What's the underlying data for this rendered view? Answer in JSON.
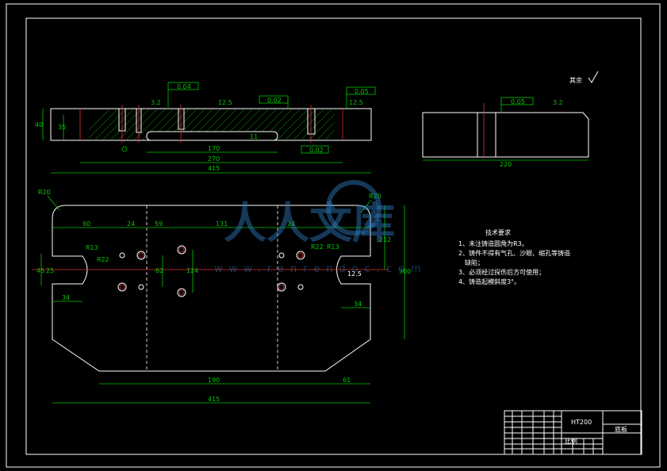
{
  "title_block": {
    "material": "HT200",
    "part_name": "底板",
    "stamp": "比例"
  },
  "tech_requirements": {
    "heading": "技术要求",
    "items": [
      "1、未注铸造圆角为R3。",
      "2、铸件不得有气孔、沙眼、缩孔等铸造",
      "缺陷；",
      "3、必须经过探伤后方可使用；",
      "4、铸造起模斜度3°。"
    ]
  },
  "roughness_note": "其余",
  "front_view": {
    "dims": {
      "overall": "415",
      "inner1": "270",
      "inner2": "170",
      "height": "40",
      "step": "35",
      "slot_depth": "11"
    },
    "roughness": [
      "3.2",
      "12.5",
      "12.5"
    ],
    "tolerances": [
      "0.04",
      "0.02",
      "0.05",
      "0.02"
    ]
  },
  "side_view": {
    "roughness": "3.2",
    "tolerance": "0.05",
    "width": "220"
  },
  "plan_view": {
    "radii": [
      "R20",
      "R20",
      "R13",
      "R22",
      "R22",
      "R13",
      "12.5"
    ],
    "dims": {
      "left_edge": "90",
      "spacing1": "24",
      "spacing2": "59",
      "middle": "131",
      "spacing3": "24",
      "slot_left": "34",
      "slot_right": "34",
      "slot_width": "45",
      "slot_inner": "25",
      "vert1": "62",
      "vert2": "124",
      "right_upper": "212",
      "right_full": "300",
      "bottom_inner": "190",
      "bottom_right": "61",
      "overall": "415"
    }
  },
  "watermark": {
    "text_cn": "人人文库",
    "text_en": "www.renrendoc.com"
  }
}
